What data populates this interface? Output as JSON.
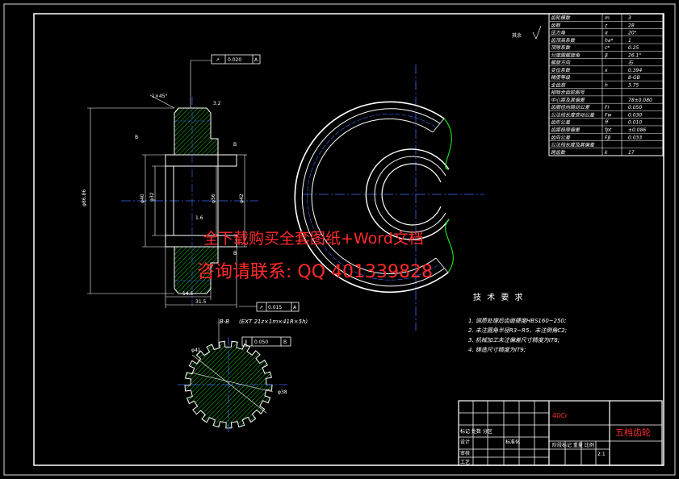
{
  "watermark": {
    "line1": "下载购买全套图纸+Word文档",
    "line1_prefix": "全",
    "line2": "咨询请联系: QQ 401339828"
  },
  "roughness_general": "其余",
  "tolerance": {
    "runout_top": [
      "↗",
      "0.020",
      "A"
    ],
    "runout_bottom": [
      "↗",
      "0.015",
      "A"
    ],
    "parallel_section": [
      "∥",
      "0.050",
      "B"
    ],
    "datum_a": "A",
    "datum_b": "B"
  },
  "dimensions": {
    "chamfer": "1×45°",
    "d_tip": "φ86.86",
    "d_40": "φ40",
    "d_32": "φ32",
    "d_56": "φ56",
    "d_42": "φ42",
    "width_14_5": "14.5",
    "width_31_5": "31.5",
    "section_label": "B-B",
    "spline_spec": "(EXT 21z×1m×41R×5h)",
    "spline_d41": "φ41",
    "spline_d38": "φ38",
    "rough_a": "3.2",
    "rough_b": "1.6"
  },
  "tech_title": "技 术 要 求",
  "tech_items": [
    "1. 调质处理后齿面硬度HBS160~250;",
    "2. 未注圆角半径R3~R5，未注倒角C2;",
    "3. 机械加工未注偏差尺寸精度为IT8;",
    "4. 铸造尺寸精度为IT9;"
  ],
  "param_table": [
    [
      "齿轮模数",
      "m",
      "3"
    ],
    [
      "齿数",
      "z",
      "28"
    ],
    [
      "压力角",
      "α",
      "20°"
    ],
    [
      "齿顶高系数",
      "ha*",
      "1"
    ],
    [
      "顶隙系数",
      "c*",
      "0.25"
    ],
    [
      "分度圆螺旋角",
      "β",
      "26.1°"
    ],
    [
      "螺旋方向",
      "",
      "右"
    ],
    [
      "变位系数",
      "x",
      "0.394"
    ],
    [
      "精度等级",
      "",
      "8-GB"
    ],
    [
      "全齿高",
      "h",
      "3.75"
    ],
    [
      "相啮合齿轮图号",
      "",
      ""
    ],
    [
      "中心距及其偏差",
      "",
      "78±0.080"
    ],
    [
      "齿圈径向跳动公差",
      "Fr",
      "0.050"
    ],
    [
      "公法线长度变动公差",
      "Fw",
      "0.030"
    ],
    [
      "齿形公差",
      "ff",
      "0.010"
    ],
    [
      "齿距极限偏差",
      "fpt",
      "±0.086"
    ],
    [
      "齿向公差",
      "Fβ",
      "0.033"
    ],
    [
      "公法线长度及其偏差",
      "",
      ""
    ],
    [
      "跨齿数",
      "k",
      "17"
    ]
  ],
  "title_block": {
    "material": "40Cr",
    "part_name": "五档齿轮",
    "label_mark": "标记 处数 分区",
    "label_design": "设计",
    "label_standard": "标准化",
    "label_check": "审核",
    "label_process": "工艺",
    "label_stage": "阶段标记 重量 比例",
    "scale": "2:1"
  }
}
